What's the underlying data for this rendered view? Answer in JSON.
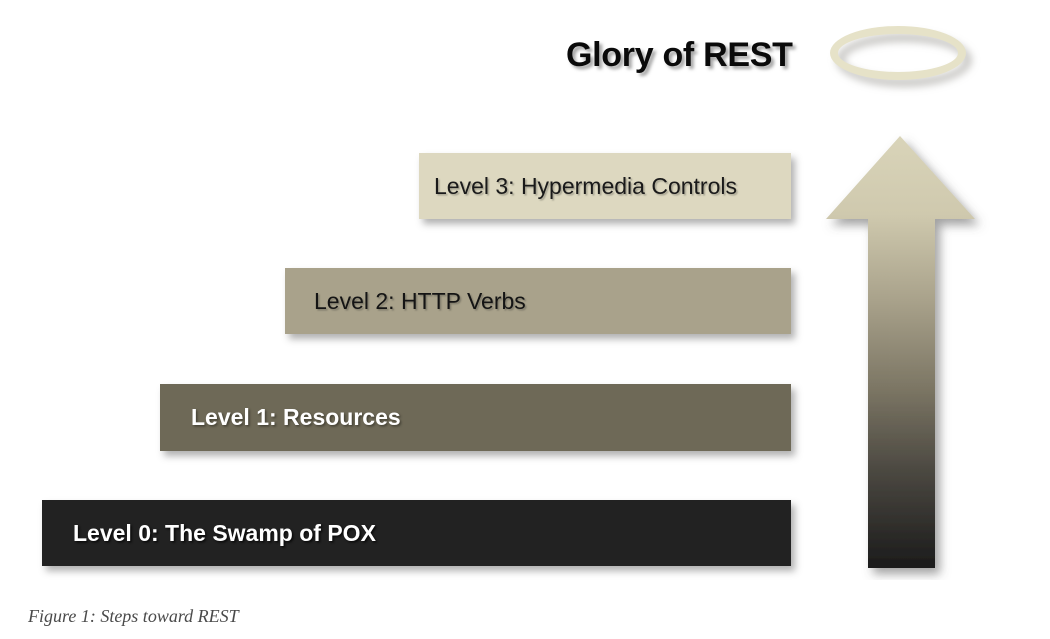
{
  "figure": {
    "title": "Glory of REST",
    "caption": "Figure 1: Steps toward REST",
    "halo_icon": "halo-ring-icon",
    "arrow_icon": "up-arrow-icon"
  },
  "steps": [
    {
      "id": "level-3",
      "label": "Level 3: Hypermedia Controls",
      "bg": "#ddd8c0",
      "text_color": "#1a1a1a"
    },
    {
      "id": "level-2",
      "label": "Level 2: HTTP Verbs",
      "bg": "#a9a28b",
      "text_color": "#141414"
    },
    {
      "id": "level-1",
      "label": "Level 1: Resources",
      "bg": "#6e6957",
      "text_color": "#ffffff"
    },
    {
      "id": "level-0",
      "label": "Level 0: The Swamp of POX",
      "bg": "#222222",
      "text_color": "#ffffff"
    }
  ],
  "colors": {
    "background": "#ffffff",
    "halo": "#e6e2c8",
    "arrow_top": "#d8d3b8",
    "arrow_bottom": "#1d1d1d",
    "caption": "#4a4a4a"
  }
}
